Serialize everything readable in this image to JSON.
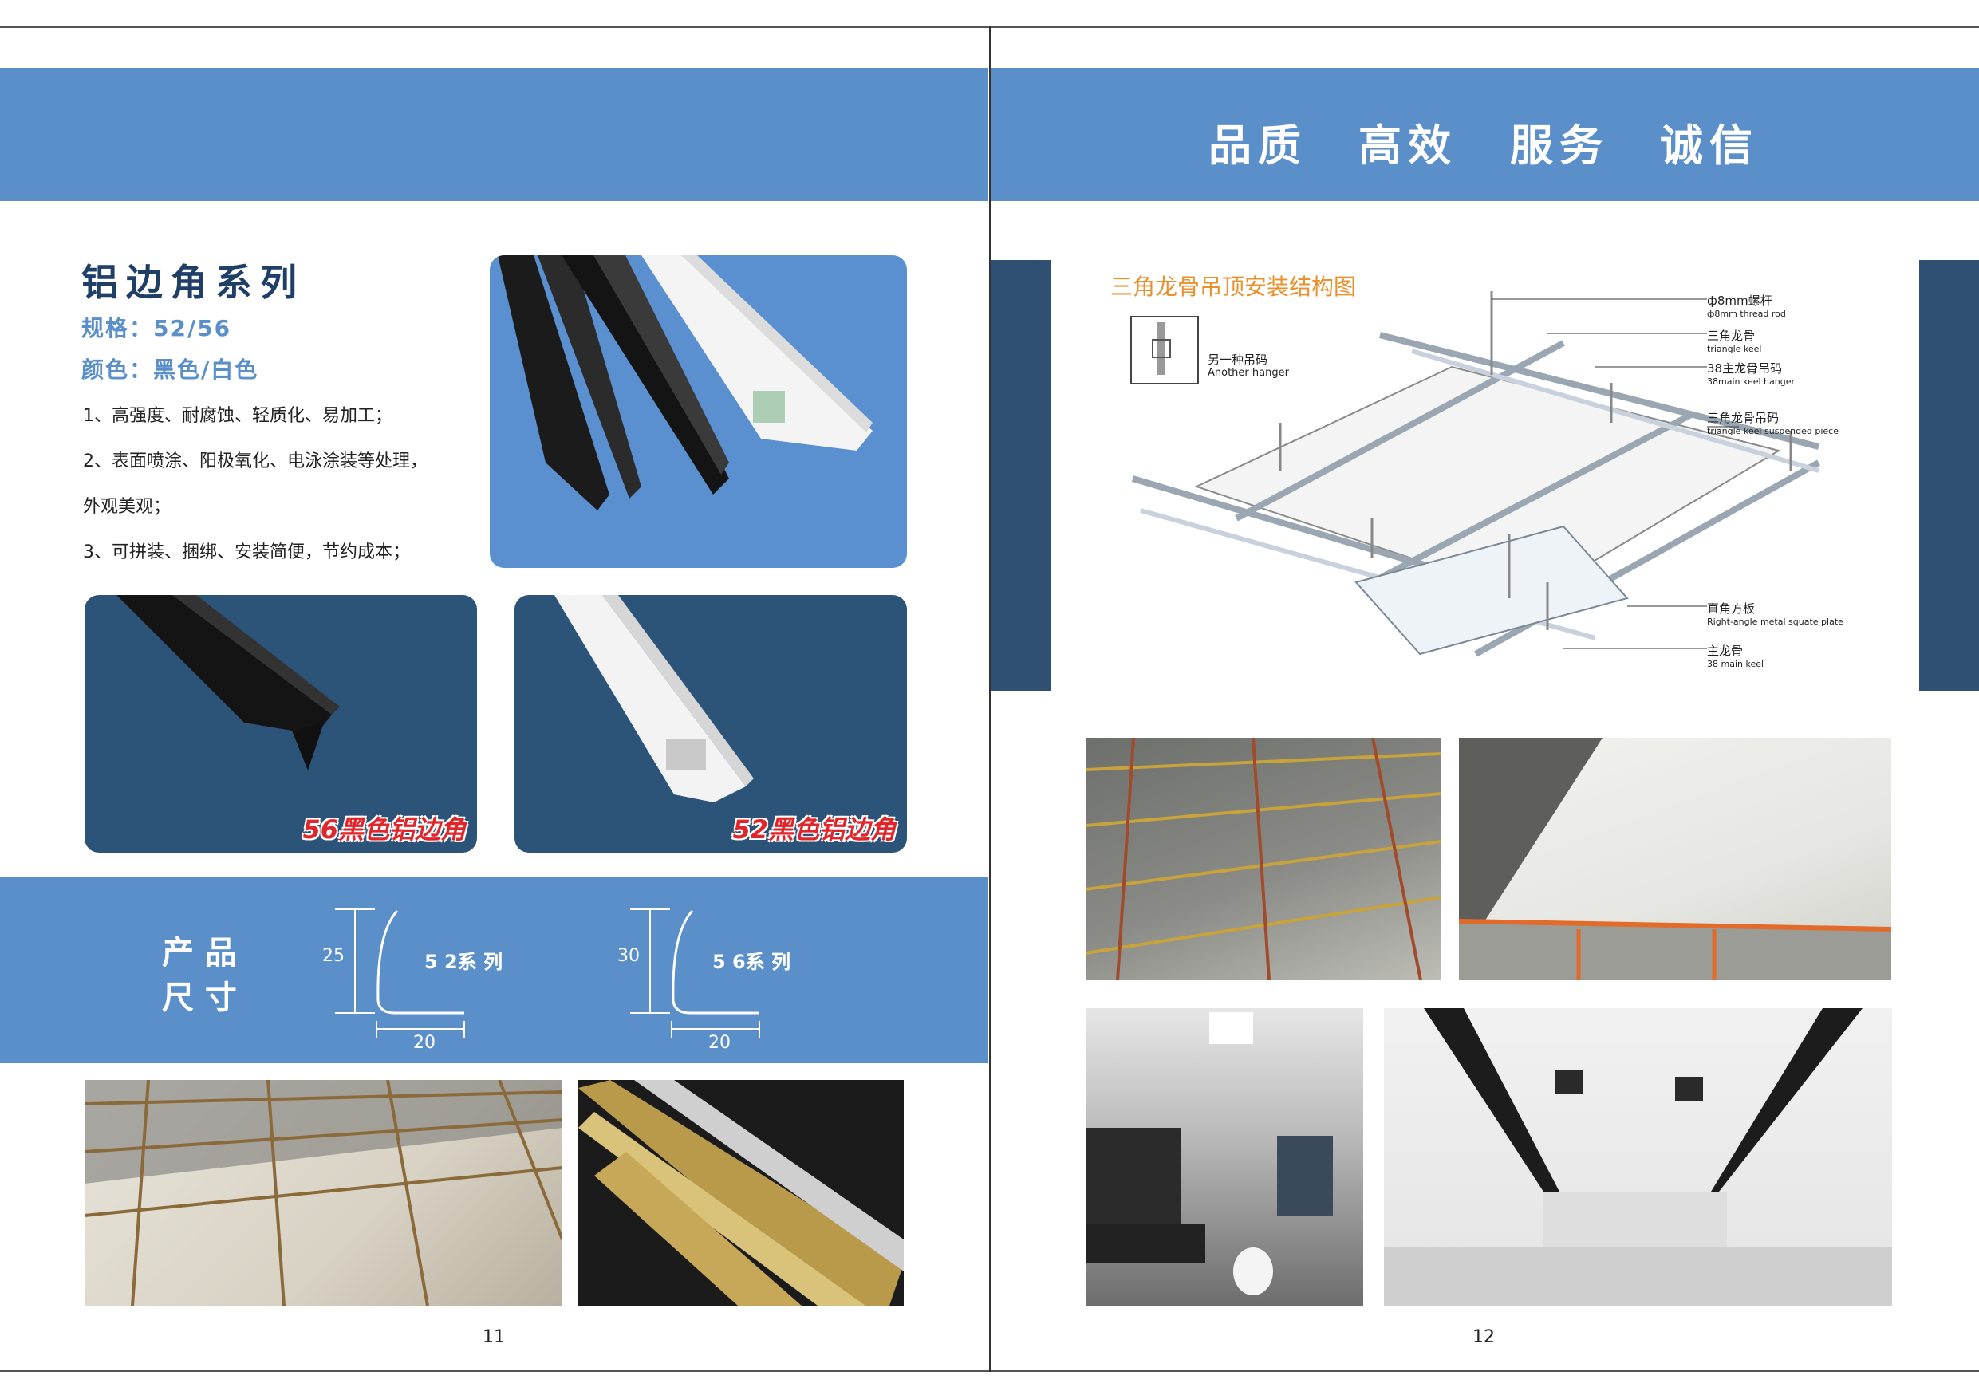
{
  "colors": {
    "band": "#5b8fc9",
    "panel_blue": "#5a8fd0",
    "panel_dark": "#2c5378",
    "accent_red": "#e0262b",
    "title_navy": "#1f3f66",
    "orange": "#e8922e"
  },
  "left": {
    "title": "铝边角系列",
    "spec": "规格：52/56",
    "color_line": "颜色：黑色/白色",
    "features": [
      "1、高强度、耐腐蚀、轻质化、易加工；",
      "2、表面喷涂、阳极氧化、电泳涂装等处理，",
      "外观美观；",
      "3、可拼装、捆绑、安装简便，节约成本；"
    ],
    "photo_labels": {
      "black": "56黑色铝边角",
      "white": "52黑色铝边角"
    },
    "dimensions": {
      "heading_line1": "产 品",
      "heading_line2": "尺 寸",
      "s52": {
        "height": "25",
        "width": "20",
        "label": "5 2系 列"
      },
      "s56": {
        "height": "30",
        "width": "20",
        "label": "5 6系 列"
      }
    },
    "page_number": "11"
  },
  "right": {
    "slogan": [
      "品质",
      "高效",
      "服务",
      "诚信"
    ],
    "diagram": {
      "title": "三角龙骨吊顶安装结构图",
      "alt_hanger_cn": "另一种吊码",
      "alt_hanger_en": "Another hanger",
      "callouts": [
        {
          "cn": "ф8mm螺杆",
          "en": "ф8mm thread rod"
        },
        {
          "cn": "三角龙骨",
          "en": "triangle keel"
        },
        {
          "cn": "38主龙骨吊码",
          "en": "38main keel hanger"
        },
        {
          "cn": "三角龙骨吊码",
          "en": "triangle keel suspended piece"
        },
        {
          "cn": "直角方板",
          "en": "Right-angle metal squate plate"
        },
        {
          "cn": "主龙骨",
          "en": "38 main keel"
        }
      ]
    },
    "page_number": "12"
  }
}
